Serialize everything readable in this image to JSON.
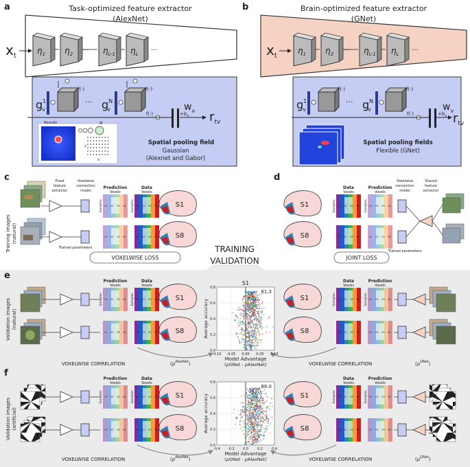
{
  "panel_a": {
    "letter": "a",
    "title_line1": "Task-optimized feature extractor",
    "title_line2": "(AlexNet)",
    "input": "x",
    "input_sub": "t",
    "layers": [
      "η1",
      "η2",
      "ηL-1",
      "ηL"
    ],
    "g1": "g",
    "g1_sup": "1",
    "g1_sub": "v",
    "gN": "g",
    "gN_sup": "N",
    "gN_sub": "v",
    "f": "f(·)",
    "w": "w",
    "w_sub": "v",
    "bias": "+b",
    "bias_sub": "v",
    "output": "r",
    "output_sub": "tv",
    "rescale": "Rescale",
    "sigma": "σ",
    "x_axis": "x",
    "y_axis": "y",
    "pool_title": "Spatial pooling field",
    "pool_sub1": "Gaussian",
    "pool_sub2": "(Alexnet and Gabor)"
  },
  "panel_b": {
    "letter": "b",
    "title_line1": "Brain-optimized feature extractor",
    "title_line2": "(GNet)",
    "pool_title": "Spatial pooling fields",
    "pool_sub1": "Flexible (GNet)"
  },
  "panel_c": {
    "letter": "c",
    "side_label1": "Training images",
    "side_label2": "(natural)",
    "fixed_label": [
      "Fixed",
      "feature",
      "extractor"
    ],
    "voxelwise_label": [
      "Voxelwise",
      "connection",
      "model"
    ],
    "prediction": "Prediction",
    "data": "Data",
    "voxels": "Voxels",
    "samples": "Samples",
    "trained": "Trained parameters",
    "loss": "VOXELWISE LOSS",
    "s1": "S1",
    "s8": "S8"
  },
  "panel_d": {
    "letter": "d",
    "voxelwise_label": [
      "Voxelwise",
      "connection",
      "model"
    ],
    "shared_label": [
      "Shared",
      "feature",
      "extractor"
    ],
    "trained": "Trained parameters",
    "loss": "JOINT LOSS"
  },
  "training": "TRAINING",
  "validation": "VALIDATION",
  "panel_e": {
    "letter": "e",
    "side_label1": "Validation images",
    "side_label2": "(natural)",
    "corr_left": "VOXELWISE CORRELATION",
    "rho_left": "(ρ",
    "rho_left_sup": "AlexNet",
    "corr_right": "VOXELWISE CORRELATION",
    "rho_right": "(ρ",
    "rho_right_sup": "GNet"
  },
  "panel_f": {
    "letter": "f",
    "side_label1": "Validation images",
    "side_label2": "(artificial)"
  },
  "voxel_cells": [
    "V1",
    "V2",
    "V3",
    "V4"
  ],
  "colors": {
    "blue_box": "#c5cdf4",
    "salmon": "#f5d2c2",
    "brain": "#f8d7d7",
    "v1": "#d7191c",
    "v2": "#e9a13b",
    "v3": "#2b83ba",
    "v4": "#7b3294"
  },
  "chart_data": [
    {
      "type": "scatter",
      "title": "S1",
      "annotation": "81.3",
      "xlabel": "Model Advantage",
      "xlabel2": "(ρGNet - ρAlexNet)",
      "ylabel": "Average accuracy",
      "xlim": [
        -0.1,
        0.1
      ],
      "ylim": [
        0.0,
        0.8
      ],
      "xticks": [
        "-0.10",
        "-0.05",
        "0.00",
        "0.05",
        "0.10"
      ],
      "yticks": [
        "0.0",
        "0.2",
        "0.4",
        "0.6",
        "0.8"
      ],
      "grid": true,
      "cluster": {
        "x_center": 0.018,
        "x_spread": 0.035,
        "y_min": 0.0,
        "y_max": 0.75
      }
    },
    {
      "type": "scatter",
      "annotation": "88.0",
      "xlabel": "Model Advantage",
      "xlabel2": "(ρGNet - ρAlexNet)",
      "ylabel": "Average accuracy",
      "xlim": [
        -0.4,
        0.4
      ],
      "ylim": [
        0.0,
        0.8
      ],
      "xticks": [
        "-0.4",
        "-0.2",
        "0.0",
        "0.2",
        "0.4"
      ],
      "yticks": [
        "0.0",
        "0.2",
        "0.4",
        "0.6",
        "0.8"
      ],
      "grid": true,
      "cluster": {
        "x_center": 0.12,
        "x_spread": 0.15,
        "y_min": 0.0,
        "y_max": 0.72
      }
    }
  ]
}
